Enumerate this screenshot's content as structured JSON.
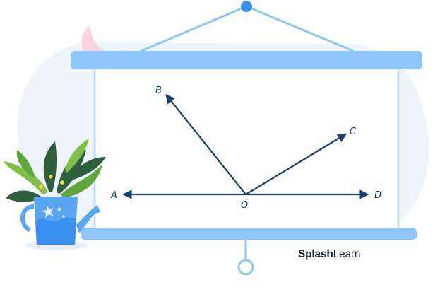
{
  "diagram": {
    "points": {
      "A": "A",
      "B": "B",
      "C": "C",
      "D": "D",
      "O": "O"
    },
    "rays": [
      {
        "from": "O",
        "to": "A"
      },
      {
        "from": "O",
        "to": "B"
      },
      {
        "from": "O",
        "to": "C"
      },
      {
        "from": "O",
        "to": "D"
      }
    ],
    "line_color": "#16406e"
  },
  "branding": {
    "bold_part": "Splash",
    "light_part": "Learn"
  },
  "colors": {
    "board_frame": "#8ec5fb",
    "blob": "#eef4fb",
    "pin": "#3b8ff0",
    "pot": "#5aa6f5",
    "leaf_dark": "#2f5f3c",
    "leaf_light": "#7fbf4a"
  },
  "icons": {
    "plant": "watering-can-plant-icon",
    "shape": "pink-crescent-icon"
  }
}
